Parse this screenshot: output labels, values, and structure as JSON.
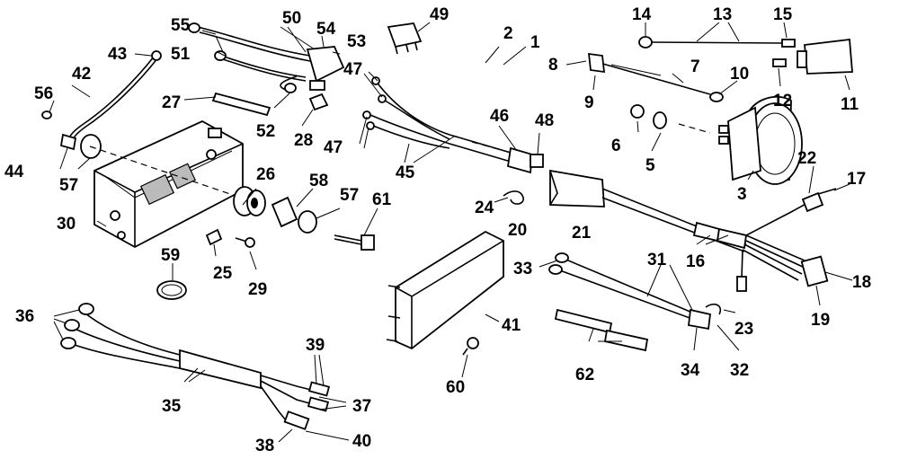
{
  "callouts": [
    {
      "id": "c1",
      "text": "1"
    },
    {
      "id": "c2",
      "text": "2"
    },
    {
      "id": "c3",
      "text": "3"
    },
    {
      "id": "c5",
      "text": "5"
    },
    {
      "id": "c6",
      "text": "6"
    },
    {
      "id": "c7",
      "text": "7"
    },
    {
      "id": "c8",
      "text": "8"
    },
    {
      "id": "c9",
      "text": "9"
    },
    {
      "id": "c10",
      "text": "10"
    },
    {
      "id": "c11",
      "text": "11"
    },
    {
      "id": "c12",
      "text": "12"
    },
    {
      "id": "c13",
      "text": "13"
    },
    {
      "id": "c14",
      "text": "14"
    },
    {
      "id": "c15",
      "text": "15"
    },
    {
      "id": "c16",
      "text": "16"
    },
    {
      "id": "c17",
      "text": "17"
    },
    {
      "id": "c18",
      "text": "18"
    },
    {
      "id": "c19",
      "text": "19"
    },
    {
      "id": "c20",
      "text": "20"
    },
    {
      "id": "c21",
      "text": "21"
    },
    {
      "id": "c22",
      "text": "22"
    },
    {
      "id": "c23",
      "text": "23"
    },
    {
      "id": "c24",
      "text": "24"
    },
    {
      "id": "c25",
      "text": "25"
    },
    {
      "id": "c26",
      "text": "26"
    },
    {
      "id": "c27",
      "text": "27"
    },
    {
      "id": "c28",
      "text": "28"
    },
    {
      "id": "c29",
      "text": "29"
    },
    {
      "id": "c30",
      "text": "30"
    },
    {
      "id": "c31",
      "text": "31"
    },
    {
      "id": "c32",
      "text": "32"
    },
    {
      "id": "c33",
      "text": "33"
    },
    {
      "id": "c34",
      "text": "34"
    },
    {
      "id": "c35",
      "text": "35"
    },
    {
      "id": "c36",
      "text": "36"
    },
    {
      "id": "c37",
      "text": "37"
    },
    {
      "id": "c38",
      "text": "38"
    },
    {
      "id": "c39",
      "text": "39"
    },
    {
      "id": "c40",
      "text": "40"
    },
    {
      "id": "c41",
      "text": "41"
    },
    {
      "id": "c42",
      "text": "42"
    },
    {
      "id": "c43",
      "text": "43"
    },
    {
      "id": "c44",
      "text": "44"
    },
    {
      "id": "c45",
      "text": "45"
    },
    {
      "id": "c46",
      "text": "46"
    },
    {
      "id": "c47a",
      "text": "47"
    },
    {
      "id": "c47b",
      "text": "47"
    },
    {
      "id": "c48",
      "text": "48"
    },
    {
      "id": "c49",
      "text": "49"
    },
    {
      "id": "c50",
      "text": "50"
    },
    {
      "id": "c51",
      "text": "51"
    },
    {
      "id": "c52",
      "text": "52"
    },
    {
      "id": "c53",
      "text": "53"
    },
    {
      "id": "c54",
      "text": "54"
    },
    {
      "id": "c55",
      "text": "55"
    },
    {
      "id": "c56",
      "text": "56"
    },
    {
      "id": "c57a",
      "text": "57"
    },
    {
      "id": "c57b",
      "text": "57"
    },
    {
      "id": "c58",
      "text": "58"
    },
    {
      "id": "c59",
      "text": "59"
    },
    {
      "id": "c60",
      "text": "60"
    },
    {
      "id": "c61",
      "text": "61"
    },
    {
      "id": "c62",
      "text": "62"
    }
  ]
}
